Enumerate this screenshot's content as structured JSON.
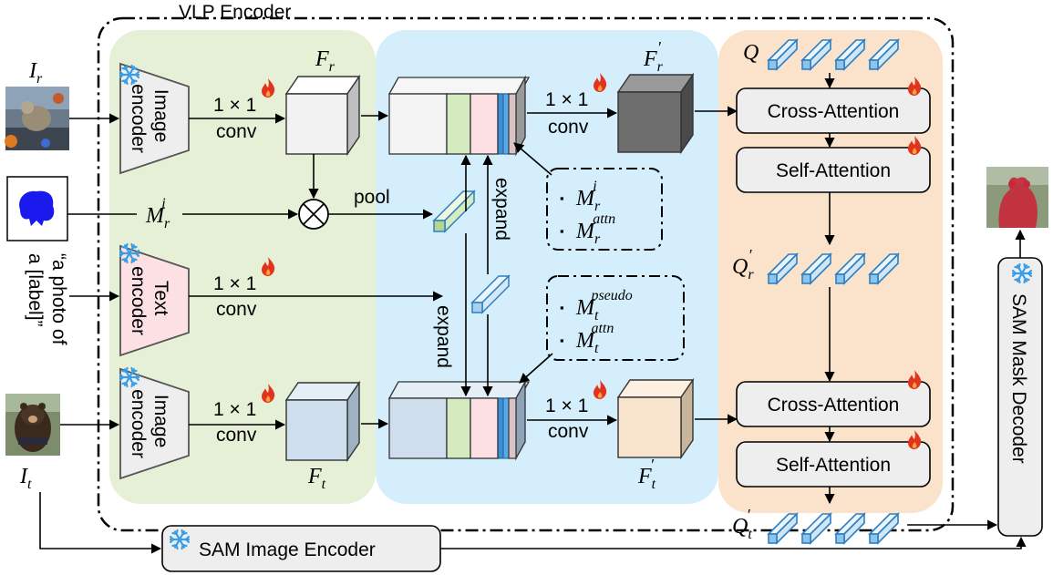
{
  "title": "VLP Encoder",
  "inputs": {
    "ref_image_label": "I",
    "ref_image_sub": "r",
    "mask_label": "M",
    "mask_sub": "r",
    "mask_sup": "i",
    "text_prompt_line1": "“a photo of",
    "text_prompt_line2": "a [label]”",
    "target_image_label": "I",
    "target_image_sub": "t"
  },
  "encoders": {
    "image_encoder_line1": "Image",
    "image_encoder_line2": "encoder",
    "text_encoder_line1": "Text",
    "text_encoder_line2": "encoder"
  },
  "conv": {
    "line1": "1 × 1",
    "line2": "conv"
  },
  "features": {
    "fr": "F",
    "fr_sub": "r",
    "ft": "F",
    "ft_sub": "t",
    "frp": "F",
    "frp_sub": "r",
    "prime": "′",
    "ftp": "F",
    "ftp_sub": "t"
  },
  "ops": {
    "pool": "pool",
    "expand": "expand"
  },
  "legend_ref": {
    "item1": "M",
    "item1_sub": "r",
    "item1_sup": "i",
    "item2": "M",
    "item2_sub": "r",
    "item2_sup": "attn"
  },
  "legend_tgt": {
    "item1": "M",
    "item1_sub": "t",
    "item1_sup": "pseudo",
    "item2": "M",
    "item2_sub": "t",
    "item2_sup": "attn"
  },
  "bullet": "▪",
  "queries": {
    "q": "Q",
    "qr": "Q",
    "qr_sub": "r",
    "qt": "Q",
    "qt_sub": "t"
  },
  "attention": {
    "cross": "Cross-Attention",
    "self": "Self-Attention"
  },
  "sam": {
    "image_encoder": "SAM Image Encoder",
    "mask_decoder": "SAM Mask Decoder"
  },
  "colors": {
    "green_panel": "#e6f0d6",
    "blue_panel": "#d4eefc",
    "orange_panel": "#fbe3cb",
    "text_encoder": "#fde0e4",
    "image_encoder": "#eeeeee",
    "frozen": "#3a9ee6",
    "fire": "#e2331c"
  }
}
